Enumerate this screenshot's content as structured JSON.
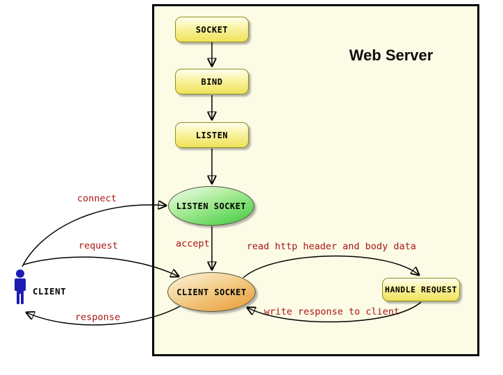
{
  "diagram": {
    "title": "Web Server",
    "nodes": {
      "socket": "SOCKET",
      "bind": "BIND",
      "listen": "LISTEN",
      "listen_socket": "LISTEN SOCKET",
      "client_socket": "CLIENT SOCKET",
      "handle_request": "HANDLE REQUEST",
      "client": "CLIENT"
    },
    "edge_labels": {
      "connect": "connect",
      "request": "request",
      "response": "response",
      "accept": "accept",
      "read": "read http header and body data",
      "write": "write response to client"
    },
    "colors": {
      "server_background": "#FBFBE6",
      "server_border": "#000000",
      "box_gradient_top": "#FEFEF0",
      "box_gradient_bottom": "#EFE258",
      "box_border": "#8F8F1A",
      "green_gradient_top": "#F4FEF4",
      "green_gradient_bottom": "#3DCB3D",
      "orange_gradient_top": "#FCF5E0",
      "orange_gradient_bottom": "#E79A33",
      "edge_label_red": "#A81616",
      "client_blue": "#1C1CB2",
      "arrow_black": "#000000"
    }
  }
}
